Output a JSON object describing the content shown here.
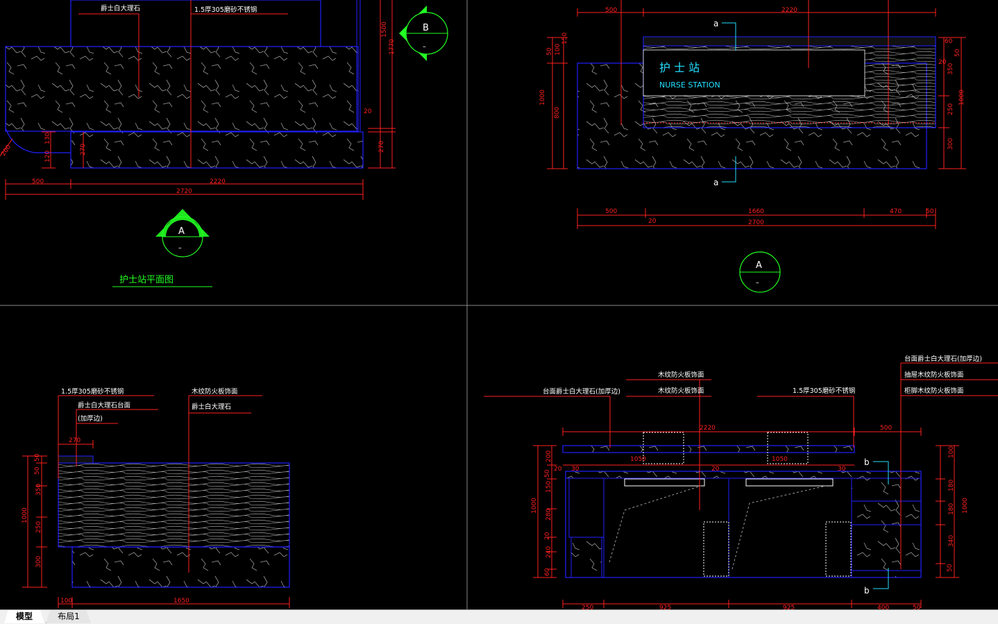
{
  "colors": {
    "bg": "#000000",
    "outline": "#2020ff",
    "dimension": "#ff2020",
    "text": "#ffffff",
    "accent": "#22ff22",
    "sign": "#22e0ff"
  },
  "plan": {
    "title": "护士站平面图",
    "labels": {
      "marble": "爵士白大理石",
      "steel": "1.5厚305磨砂不锈钢"
    },
    "marker_a": {
      "letter": "A",
      "sub": "–"
    },
    "marker_b": {
      "letter": "B",
      "sub": "–"
    },
    "dims": {
      "w500": "500",
      "w2220": "2220",
      "w2720": "2720",
      "h1500": "1500",
      "h1770": "1770",
      "h20": "20",
      "h270r": "270",
      "h270": "270",
      "h130": "130",
      "h120": "120",
      "r200": "200"
    }
  },
  "front": {
    "sign_cn": "护 士 站",
    "sign_en": "NURSE STATION",
    "marker": {
      "letter": "A",
      "sub": "–"
    },
    "cut": "a",
    "dims": {
      "t500": "500",
      "t2220": "2220",
      "b500": "500",
      "b1660": "1660",
      "b470": "470",
      "b50": "50",
      "b20": "20",
      "b2700": "2700",
      "l50": "50",
      "l100": "100",
      "l150": "150",
      "l800": "800",
      "l1000": "1000",
      "r60": "60",
      "r50": "50",
      "r20": "20",
      "r350": "350",
      "r250": "250",
      "r300": "300",
      "r1000": "1000"
    }
  },
  "side": {
    "labels": {
      "steel": "1.5厚305磨砂不锈钢",
      "marble_top": "爵士白大理石台面",
      "thick": "(加厚边)",
      "wood": "木纹防火板饰面",
      "marble": "爵士白大理石"
    },
    "dims": {
      "w270": "270",
      "w100": "100",
      "w1650": "1650",
      "h50a": "50",
      "h50b": "50",
      "h350": "350",
      "h1000": "1000",
      "h250": "250",
      "h300": "300"
    }
  },
  "section": {
    "labels": {
      "top_marble": "台面爵士白大理石(加厚边)",
      "wood1": "木纹防火板饰面",
      "wood2": "木纹防火板饰面",
      "steel": "1.5厚305磨砂不锈钢",
      "r1": "台面爵士白大理石(加厚边)",
      "r2": "抽屉木纹防火板饰面",
      "r3": "柜脚木纹防火板饰面"
    },
    "cut": "b",
    "dims": {
      "t2220": "2220",
      "t500": "500",
      "i1050a": "1050",
      "i1050b": "1050",
      "i30a": "30",
      "i20a": "20",
      "i20b": "20",
      "i30b": "30",
      "b250": "250",
      "b925a": "925",
      "b925b": "925",
      "b400": "400",
      "b50": "50",
      "l200": "200",
      "l50": "50",
      "l150": "150",
      "l280": "280",
      "l20": "20",
      "l240": "240",
      "l60": "60",
      "l1000": "1000",
      "r100": "100",
      "r180a": "180",
      "r180b": "180",
      "r340": "340",
      "r50": "50",
      "r1000": "1000"
    }
  },
  "tabs": {
    "model": "模型",
    "layout": "布局1"
  }
}
